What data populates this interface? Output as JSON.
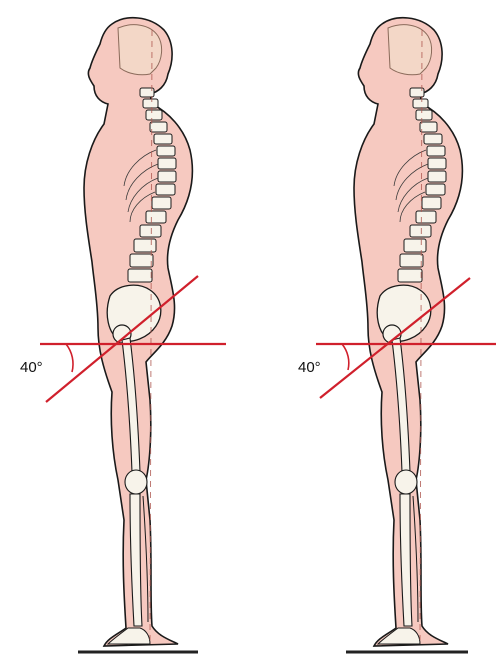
{
  "colors": {
    "skin": "#f6c9c0",
    "skin_dark": "#e9aa9f",
    "outline": "#1a1a1a",
    "bone": "#f7f3ea",
    "reference_line": "#d0202c",
    "ground": "#222222"
  },
  "figures": [
    {
      "id": "left",
      "pelvic_angle_label": "40°",
      "pelvic_angle_deg": 40
    },
    {
      "id": "right",
      "pelvic_angle_label": "40°",
      "pelvic_angle_deg": 40
    }
  ]
}
